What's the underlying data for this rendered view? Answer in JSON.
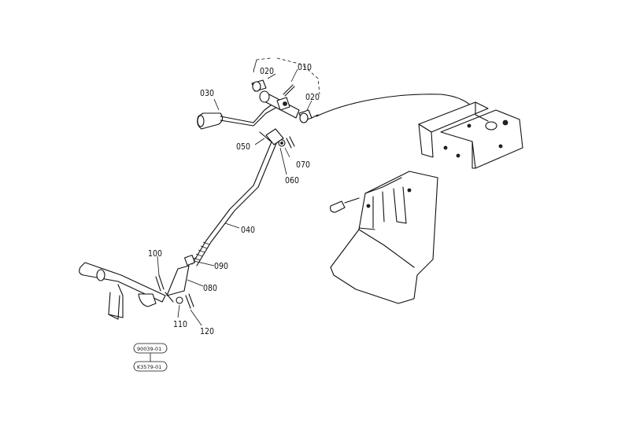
{
  "parts": {
    "p010": "010",
    "p020a": "020",
    "p020b": "020",
    "p030": "030",
    "p040": "040",
    "p050": "050",
    "p060": "060",
    "p070": "070",
    "p080": "080",
    "p090": "090",
    "p100": "100",
    "p110": "110",
    "p120": "120"
  },
  "refs": {
    "ref_top": "90039-01",
    "ref_bottom": "K3579-01"
  }
}
